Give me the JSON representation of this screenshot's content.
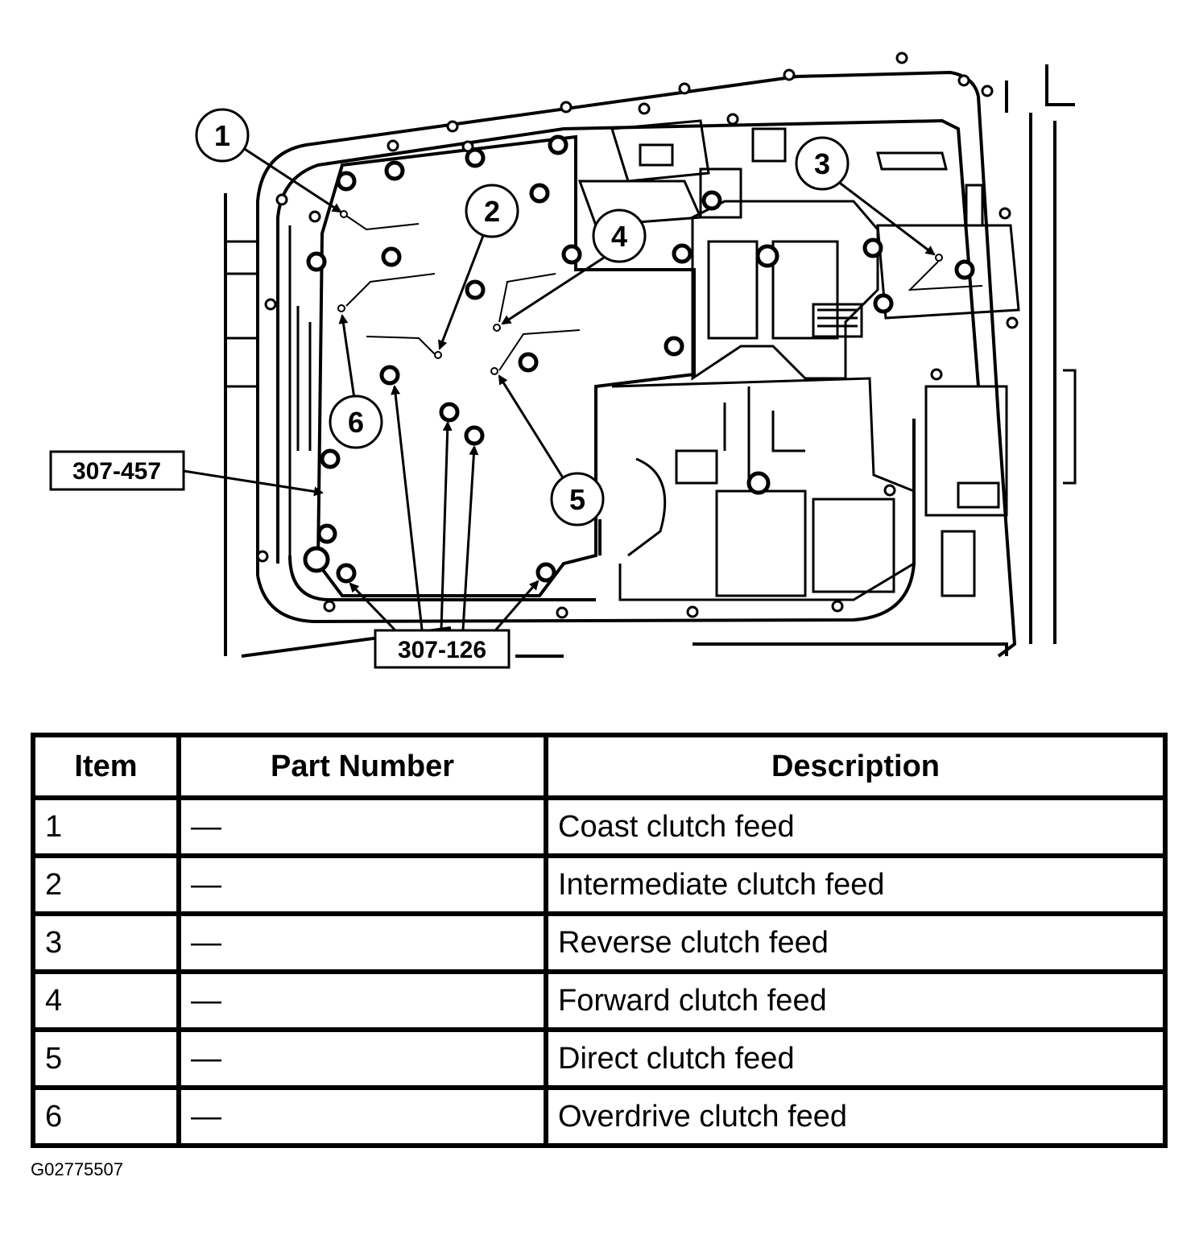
{
  "callouts": [
    "1",
    "2",
    "3",
    "4",
    "5",
    "6"
  ],
  "tool_labels": {
    "tool_a": "307-457",
    "tool_b": "307-126"
  },
  "table": {
    "headers": [
      "Item",
      "Part Number",
      "Description"
    ],
    "rows": [
      [
        "1",
        "—",
        "Coast clutch feed"
      ],
      [
        "2",
        "—",
        "Intermediate clutch feed"
      ],
      [
        "3",
        "—",
        "Reverse clutch feed"
      ],
      [
        "4",
        "—",
        "Forward clutch feed"
      ],
      [
        "5",
        "—",
        "Direct clutch feed"
      ],
      [
        "6",
        "—",
        "Overdrive clutch feed"
      ]
    ]
  },
  "figure_id": "G02775507"
}
